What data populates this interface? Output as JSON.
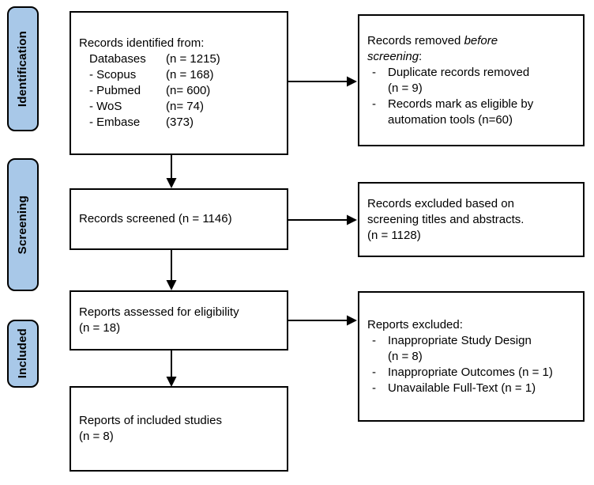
{
  "colors": {
    "ink": "#000000",
    "label_fill": "#A8C8E8",
    "background": "#ffffff"
  },
  "stages": {
    "identification": {
      "label": "Identification"
    },
    "screening": {
      "label": "Screening"
    },
    "included": {
      "label": "Included"
    }
  },
  "boxes": {
    "identified": {
      "title": "Records identified from:",
      "rows": [
        {
          "label": "Databases",
          "value": "(n = 1215)"
        },
        {
          "label": "- Scopus",
          "value": "(n = 168)"
        },
        {
          "label": "- Pubmed",
          "value": "(n= 600)"
        },
        {
          "label": "- WoS",
          "value": "(n= 74)"
        },
        {
          "label": "- Embase",
          "value": "(373)"
        }
      ]
    },
    "removed": {
      "title_runs": [
        {
          "text": "Records removed "
        },
        {
          "text": "before",
          "italic": true
        },
        {
          "br": true
        },
        {
          "text": "screening",
          "italic": true
        },
        {
          "text": ":"
        }
      ],
      "items": [
        {
          "bullet": "-",
          "lines": [
            "Duplicate records removed",
            "(n = 9)"
          ]
        },
        {
          "bullet": "-",
          "lines": [
            "Records mark as eligible by",
            "automation tools (n=60)"
          ]
        }
      ]
    },
    "screened": {
      "lines": [
        "Records screened (n = 1146)"
      ]
    },
    "excluded_screening": {
      "lines": [
        "Records excluded based on",
        "screening titles and abstracts.",
        "(n = 1128)"
      ]
    },
    "assessed": {
      "lines": [
        "Reports assessed for eligibility",
        "(n = 18)"
      ]
    },
    "excluded_reports": {
      "title": "Reports excluded:",
      "items": [
        {
          "bullet": "-",
          "lines": [
            "Inappropriate Study Design",
            "(n = 8)"
          ]
        },
        {
          "bullet": "-",
          "lines": [
            "Inappropriate Outcomes (n = 1)"
          ]
        },
        {
          "bullet": "-",
          "lines": [
            "Unavailable Full-Text (n = 1)"
          ]
        }
      ]
    },
    "included_studies": {
      "lines": [
        "Reports of included studies",
        "(n = 8)"
      ]
    }
  }
}
